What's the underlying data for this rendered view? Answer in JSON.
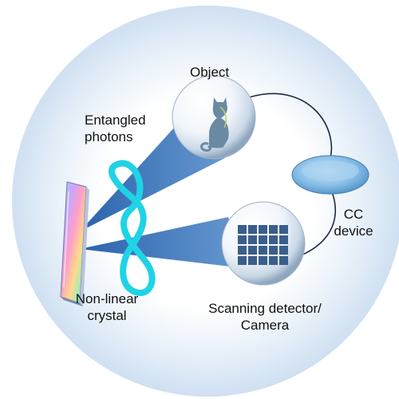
{
  "labels": {
    "object": "Object",
    "entangled": [
      "Entangled",
      "photons"
    ],
    "cc_device": [
      "CC",
      "device"
    ],
    "crystal": [
      "Non-linear",
      "crystal"
    ],
    "detector": [
      "Scanning detector/",
      "Camera"
    ]
  },
  "icons": {
    "object_icon": "cat-silhouette-icon",
    "detector_icon": "pixel-grid-icon",
    "path_icon": "infinity-entanglement-icon"
  },
  "colors": {
    "halo": "#cfe0f2",
    "beam": "#2f6db5",
    "infinity": "#1fd3e6",
    "cc_device": "#7fb7e3",
    "cat": "#6a8aa3",
    "grid": "#3a5e8a"
  }
}
